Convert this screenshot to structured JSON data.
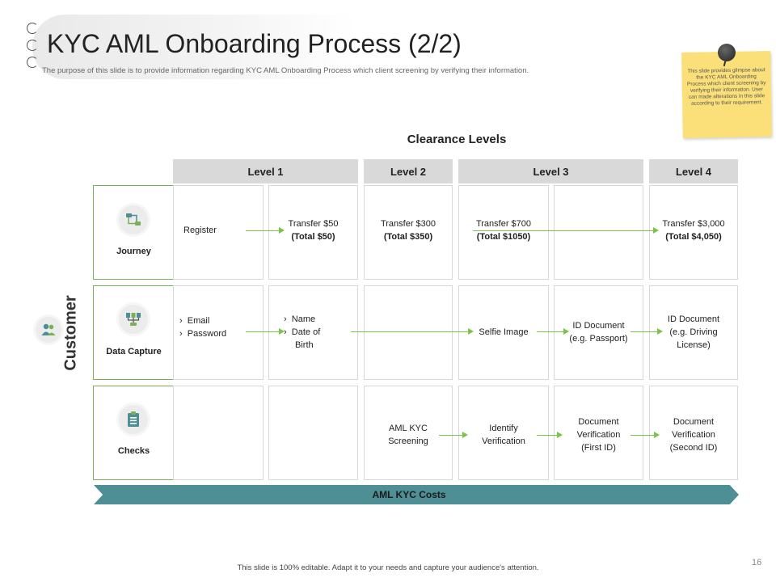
{
  "title": "KYC AML Onboarding Process (2/2)",
  "subtitle": "The purpose of this slide is to provide information regarding KYC AML Onboarding Process which client screening by verifying their information.",
  "note": "This slide provides glimpse about the KYC AML Onboarding Process which client screening by verifying their information. User can made alterations in this slide according to their requirement.",
  "clearance_title": "Clearance Levels",
  "levels": [
    "Level 1",
    "Level 2",
    "Level 3",
    "Level 4"
  ],
  "customer_label": "Customer",
  "rows": {
    "journey": {
      "label": "Journey",
      "register": "Register",
      "t50": "Transfer  $50",
      "t50_total": "(Total $50)",
      "t300": "Transfer  $300",
      "t300_total": "(Total $350)",
      "t700": "Transfer  $700",
      "t700_total": "(Total $1050)",
      "t3000": "Transfer  $3,000",
      "t3000_total": "(Total $4,050)"
    },
    "capture": {
      "label": "Data Capture",
      "email": "Email",
      "password": "Password",
      "name": "Name",
      "dob_1": "Date of",
      "dob_2": "Birth",
      "selfie": "Selfie  Image",
      "id1_1": "ID Document",
      "id1_2": "(e.g. Passport)",
      "id2_1": "ID Document",
      "id2_2": "(e.g. Driving",
      "id2_3": "License)"
    },
    "checks": {
      "label": "Checks",
      "aml_1": "AML KYC",
      "aml_2": "Screening",
      "identify_1": "Identify",
      "identify_2": "Verification",
      "doc1_1": "Document",
      "doc1_2": "Verification",
      "doc1_3": "(First ID)",
      "doc2_1": "Document",
      "doc2_2": "Verification",
      "doc2_3": "(Second ID)"
    }
  },
  "bullet_glyph": "›",
  "cost_label": "AML KYC Costs",
  "footer": "This slide is 100% editable. Adapt it to your needs and capture your audience's attention.",
  "page_number": "16",
  "colors": {
    "accent_green": "#77b255",
    "arrow_green": "#7cc447",
    "cost_bar": "#4e8e95",
    "level_header": "#d9d9d9",
    "note": "#fbe07a"
  },
  "icons": [
    "journey-icon",
    "data-capture-icon",
    "checks-icon",
    "customer-icon",
    "pin-icon"
  ]
}
